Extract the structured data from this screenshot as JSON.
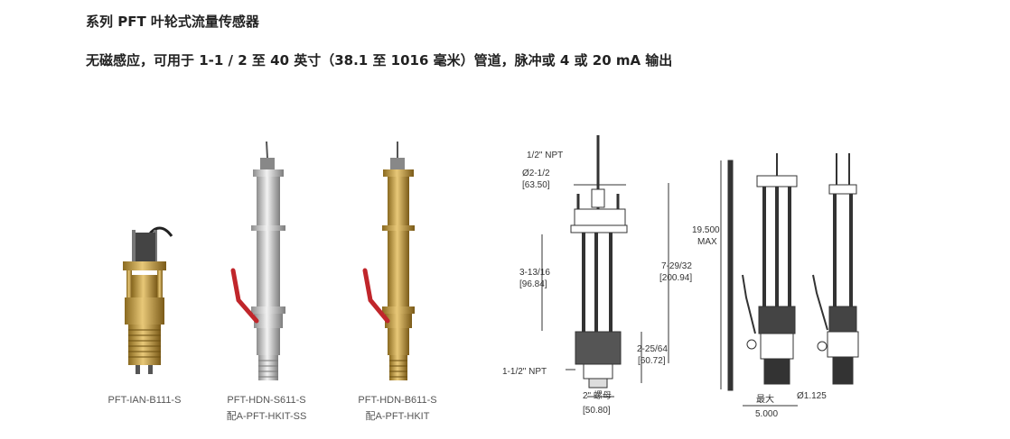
{
  "header": {
    "title": "系列  PFT  叶轮式流量传感器",
    "subtitle": "无磁感应，可用于 1-1 / 2 至 40 英寸（38.1 至 1016 毫米）管道，脉冲或 4 或 20 mA 输出"
  },
  "products": [
    {
      "model": "PFT-IAN-B111-S",
      "kit": ""
    },
    {
      "model": "PFT-HDN-S611-S",
      "kit": "配A-PFT-HKIT-SS"
    },
    {
      "model": "PFT-HDN-B611-S",
      "kit": "配A-PFT-HKIT"
    }
  ],
  "drawing": {
    "npt_top": "1/2\" NPT",
    "dia_in": "Ø2-1/2",
    "dia_mm": "[63.50]",
    "h1_in": "3-13/16",
    "h1_mm": "[96.84]",
    "h2_in": "7-29/32",
    "h2_mm": "[200.94]",
    "h3_in": "2-25/64",
    "h3_mm": "[60.72]",
    "npt_bottom": "1-1/2\" NPT",
    "nut_in": "2\" 螺母",
    "nut_mm": "[50.80]",
    "height_val": "19.500",
    "height_max": "MAX",
    "width_label": "最大",
    "width_val": "5.000",
    "dia_small": "Ø1.125"
  },
  "colors": {
    "brass": "#c9a24a",
    "steel": "#c8c8c8",
    "valve_red": "#c0262b",
    "line": "#333333"
  }
}
